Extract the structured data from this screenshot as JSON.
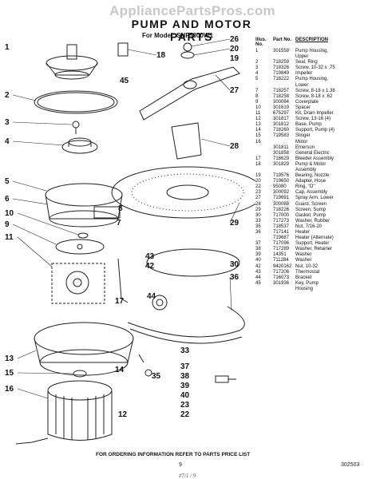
{
  "watermark": "AppliancePartsPros.com",
  "title": "PUMP AND MOTOR PARTS",
  "model": "For Model: SHF5800W1",
  "table_headers": {
    "ill": "Illus. No.",
    "part": "Part No.",
    "desc": "DESCRIPTION"
  },
  "parts": [
    {
      "ill": "1",
      "part": "301558",
      "desc": "Pump Housing,"
    },
    {
      "ill": "",
      "part": "",
      "desc": "Upper"
    },
    {
      "ill": "2",
      "part": "718259",
      "desc": "Seal, Ring"
    },
    {
      "ill": "3",
      "part": "718326",
      "desc": "Screw, 10-32 x .75"
    },
    {
      "ill": "4",
      "part": "719849",
      "desc": "Impeller"
    },
    {
      "ill": "5",
      "part": "718222",
      "desc": "Pump Housing,"
    },
    {
      "ill": "",
      "part": "",
      "desc": "Lower"
    },
    {
      "ill": "7",
      "part": "718257",
      "desc": "Screw, 8-18 x 1.38"
    },
    {
      "ill": "8",
      "part": "718258",
      "desc": "Screw, 8-18 x .62"
    },
    {
      "ill": "9",
      "part": "300084",
      "desc": "Coverplate"
    },
    {
      "ill": "10",
      "part": "301619",
      "desc": "Spacer"
    },
    {
      "ill": "11",
      "part": "675297",
      "desc": "Kit, Drain Impeller"
    },
    {
      "ill": "12",
      "part": "301817",
      "desc": "Screw, 13-16 (4)"
    },
    {
      "ill": "13",
      "part": "301812",
      "desc": "Base, Pump"
    },
    {
      "ill": "14",
      "part": "718260",
      "desc": "Support, Pump (4)"
    },
    {
      "ill": "15",
      "part": "719583",
      "desc": "Slinger"
    },
    {
      "ill": "16",
      "part": "",
      "desc": "Motor"
    },
    {
      "ill": "",
      "part": "301811",
      "desc": "Emerson"
    },
    {
      "ill": "",
      "part": "301858",
      "desc": "General Electric"
    },
    {
      "ill": "17",
      "part": "718629",
      "desc": "Bleeder Assembly"
    },
    {
      "ill": "18",
      "part": "301829",
      "desc": "Pump & Motor"
    },
    {
      "ill": "",
      "part": "",
      "desc": "Assembly"
    },
    {
      "ill": "19",
      "part": "719576",
      "desc": "Bearing, Nozzle"
    },
    {
      "ill": "20",
      "part": "719650",
      "desc": "Adapter, Hose"
    },
    {
      "ill": "22",
      "part": "95080",
      "desc": "Ring, \"O\""
    },
    {
      "ill": "23",
      "part": "300092",
      "desc": "Cap, Assembly"
    },
    {
      "ill": "27",
      "part": "719691",
      "desc": "Spray Arm, Lower"
    },
    {
      "ill": "28",
      "part": "300088",
      "desc": "Guard, Screen"
    },
    {
      "ill": "29",
      "part": "718226",
      "desc": "Screen, Sump"
    },
    {
      "ill": "30",
      "part": "717000",
      "desc": "Gasket, Pump"
    },
    {
      "ill": "33",
      "part": "717273",
      "desc": "Washer, Rubber"
    },
    {
      "ill": "35",
      "part": "718537",
      "desc": "Nut, 7/16-20"
    },
    {
      "ill": "36",
      "part": "717141",
      "desc": "Heater"
    },
    {
      "ill": "",
      "part": "719687",
      "desc": "Heater (Alternate)"
    },
    {
      "ill": "37",
      "part": "717096",
      "desc": "Support, Heater"
    },
    {
      "ill": "38",
      "part": "717289",
      "desc": "Washer, Retainer"
    },
    {
      "ill": "39",
      "part": "14351",
      "desc": "Washer"
    },
    {
      "ill": "40",
      "part": "711284",
      "desc": "Washer"
    },
    {
      "ill": "42",
      "part": "9420162",
      "desc": "Nut, 10-32"
    },
    {
      "ill": "43",
      "part": "717206",
      "desc": "Thermostat"
    },
    {
      "ill": "44",
      "part": "716073",
      "desc": "Bracket"
    },
    {
      "ill": "45",
      "part": "301936",
      "desc": "Key, Pump"
    },
    {
      "ill": "",
      "part": "",
      "desc": "Housing"
    }
  ],
  "callouts": [
    "1",
    "2",
    "3",
    "4",
    "5",
    "6",
    "7",
    "8",
    "9",
    "10",
    "11",
    "12",
    "13",
    "14",
    "15",
    "16",
    "17",
    "18",
    "19",
    "20",
    "22",
    "23",
    "26",
    "27",
    "28",
    "29",
    "30",
    "33",
    "35",
    "36",
    "37",
    "38",
    "39",
    "40",
    "42",
    "43",
    "44",
    "45"
  ],
  "footer": "FOR ORDERING INFORMATION REFER TO PARTS PRICE LIST",
  "page_number": "9",
  "doc_number": "302503",
  "handwriting": "#7/1 / 9"
}
